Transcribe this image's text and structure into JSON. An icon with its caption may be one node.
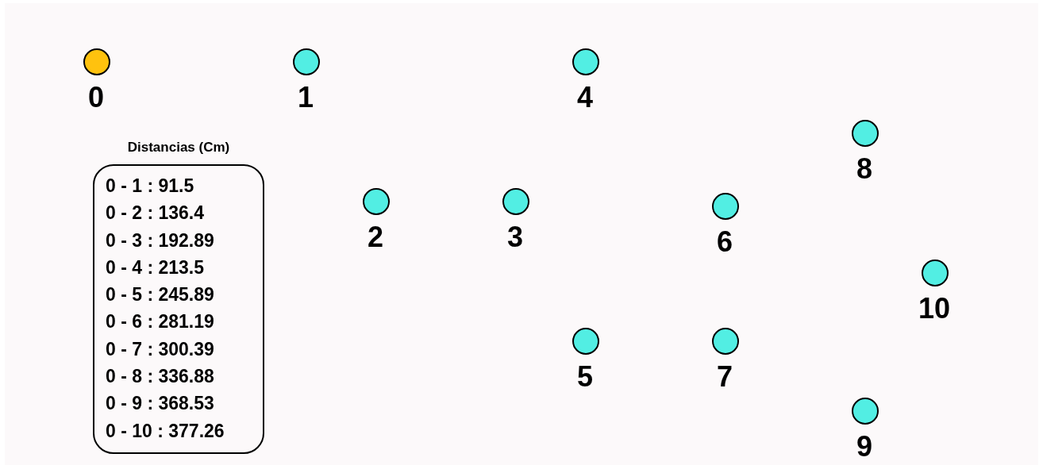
{
  "diagram": {
    "nodes": [
      {
        "text": [
          "0"
        ]
      },
      {
        "text": [
          "1"
        ]
      },
      {
        "text": [
          "4"
        ]
      },
      {
        "text": [
          "8"
        ]
      },
      {
        "text": [
          "Distancias (Cm)",
          "0 - 1 : 91.5",
          "0 - 2 : 136.4",
          "0 - 3 : 192.89",
          "0 - 4 : 213.5",
          "0 - 5 : 245.89",
          "0 - 6 : 281.19",
          "0 - 7 : 300.39",
          "0 - 8 : 336.88",
          "0 - 9 : 368.53",
          "0 - 10 : 377.26"
        ]
      },
      {
        "text": [
          "2"
        ]
      },
      {
        "text": [
          "3"
        ]
      },
      {
        "text": [
          "6"
        ]
      },
      {
        "text": [
          "10"
        ]
      },
      {
        "text": [
          "5"
        ]
      },
      {
        "text": [
          "7"
        ]
      },
      {
        "text": [
          "9"
        ]
      }
    ]
  }
}
